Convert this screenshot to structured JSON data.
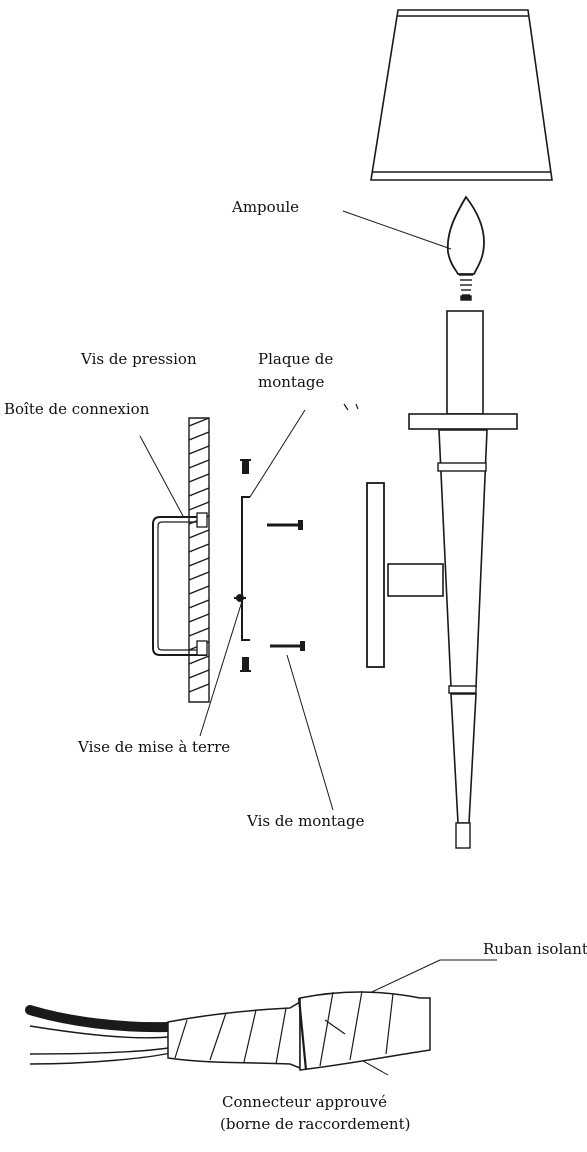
{
  "labels": {
    "bulb": "Ampoule",
    "set_screw": "Vis de pression",
    "mounting_plate_line1": "Plaque de",
    "mounting_plate_line2": "montage",
    "junction_box": "Boîte de connexion",
    "ground_screw": "Vise de mise à terre",
    "mounting_screws": "Vis de montage",
    "insulating_tape": "Ruban isolant",
    "connector_line1": "Connecteur approuvé",
    "connector_line2": "(borne de raccordement)"
  }
}
